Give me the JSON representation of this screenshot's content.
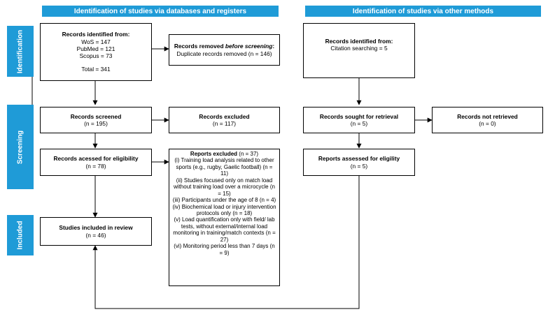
{
  "headers": {
    "databases": "Identification of studies via databases and registers",
    "other": "Identification of studies via other methods"
  },
  "phases": {
    "identification": "Identification",
    "screening": "Screening",
    "included": "Included"
  },
  "boxes": {
    "identified_db": {
      "title": "Records identified from:",
      "lines": [
        "WoS = 147",
        "PubMed = 121",
        "Scopus = 73",
        "",
        "Total = 341"
      ]
    },
    "removed": {
      "title_prefix": "Records removed ",
      "title_emph": "before screening",
      "title_suffix": ":",
      "line": "Duplicate records removed (n = 146)"
    },
    "screened": {
      "title": "Records screened",
      "line": "(n = 195)"
    },
    "excluded": {
      "title": "Records excluded",
      "line": "(n = 117)"
    },
    "eligibility": {
      "title": "Records acessed for eligibility",
      "line": "(n = 78)"
    },
    "reports_excluded": {
      "title": "Reports excluded",
      "title_suffix": " (n = 37)",
      "lines": [
        "(i) Training load analysis related to other sports (e.g., rugby, Gaelic football) (n = 11)",
        "(ii) Studies focused only on match load without training load over a microcycle (n = 15)",
        "(iii) Participants under the age of 8 (n = 4)",
        "(iv) Biochemical load or injury intervention protocols only (n = 18)",
        "(v) Load quantification only with field/ lab tests, without external/internal load monitoring in training/match contexts (n = 27)",
        "(vi) Monitoring period less than 7 days (n = 9)"
      ]
    },
    "included": {
      "title": "Studies included in review",
      "line": "(n = 46)"
    },
    "identified_other": {
      "title": "Records identified from:",
      "line": "Citation searching = 5"
    },
    "sought": {
      "title": "Records sought for retrieval",
      "line": "(n = 5)"
    },
    "not_retrieved": {
      "title": "Records not retrieved",
      "line": "(n = 0)"
    },
    "assessed_other": {
      "title": "Reports assessed for eligility",
      "line": "(n = 5)"
    }
  },
  "colors": {
    "header_bg": "#1f9bd7",
    "header_text": "#ffffff",
    "box_border": "#000000",
    "arrow": "#000000"
  }
}
